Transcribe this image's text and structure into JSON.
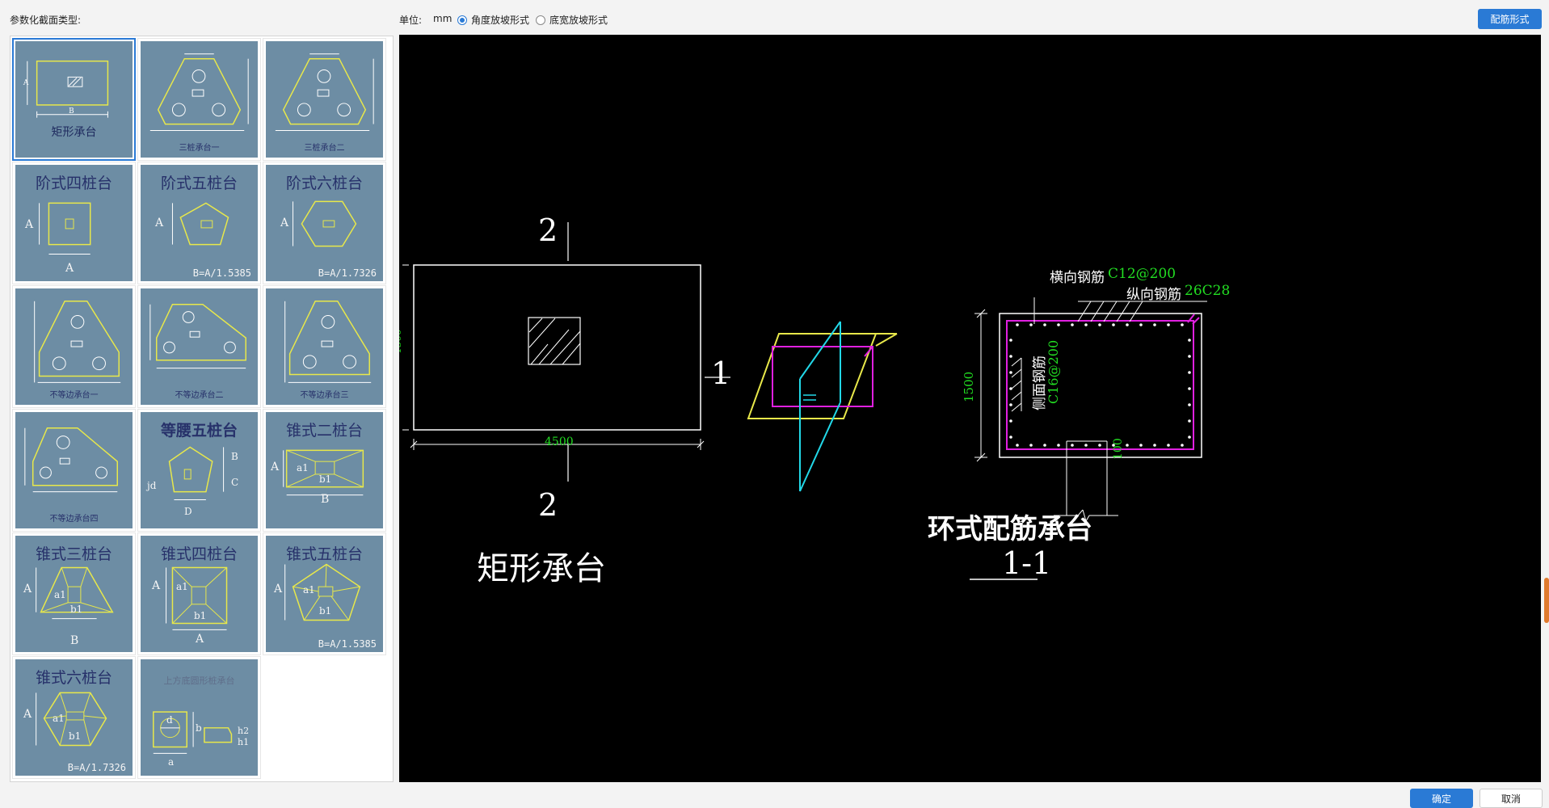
{
  "header": {
    "section_type_label": "参数化截面类型:",
    "unit_label": "单位:",
    "unit_value": "mm",
    "radio_angle": "角度放坡形式",
    "radio_width": "底宽放坡形式",
    "rebar_button": "配筋形式"
  },
  "footer": {
    "ok_label": "确定",
    "cancel_label": "取消"
  },
  "gallery": {
    "items": [
      {
        "id": "rect",
        "caption": "矩形承台"
      },
      {
        "id": "tri1",
        "caption": "三桩承台一"
      },
      {
        "id": "tri2",
        "caption": "三桩承台二"
      },
      {
        "id": "step4",
        "caption": "阶式四桩台",
        "dim_a": "A",
        "dim_b": "A"
      },
      {
        "id": "step5",
        "caption": "阶式五桩台",
        "dim_a": "A",
        "formula": "B=A/1.5385"
      },
      {
        "id": "step6",
        "caption": "阶式六桩台",
        "dim_a": "A",
        "formula": "B=A/1.7326"
      },
      {
        "id": "uneq1",
        "caption": "不等边承台一"
      },
      {
        "id": "uneq2",
        "caption": "不等边承台二"
      },
      {
        "id": "uneq3",
        "caption": "不等边承台三"
      },
      {
        "id": "uneq4",
        "caption": "不等边承台四"
      },
      {
        "id": "iso5",
        "caption": "等腰五桩台",
        "dim_b": "B",
        "dim_c": "C",
        "dim_d": "D",
        "dim_jd": "jd"
      },
      {
        "id": "cone2",
        "caption": "锥式二桩台",
        "dim_a": "A",
        "dim_a1": "a1",
        "dim_b1": "b1",
        "dim_b": "B"
      },
      {
        "id": "cone3",
        "caption": "锥式三桩台",
        "dim_a": "A",
        "dim_a1": "a1",
        "dim_b1": "b1",
        "dim_b": "B"
      },
      {
        "id": "cone4",
        "caption": "锥式四桩台",
        "dim_a": "A",
        "dim_a1": "a1",
        "dim_b1": "b1",
        "dim_b": "A"
      },
      {
        "id": "cone5",
        "caption": "锥式五桩台",
        "dim_a": "A",
        "dim_a1": "a1",
        "dim_b1": "b1",
        "formula": "B=A/1.5385"
      },
      {
        "id": "cone6",
        "caption": "锥式六桩台",
        "dim_a": "A",
        "dim_a1": "a1",
        "dim_b1": "b1",
        "formula": "B=A/1.7326"
      },
      {
        "id": "roundpile",
        "caption": "上方底圆形桩承台",
        "dim_d": "d",
        "dim_b": "b",
        "dim_a": "a",
        "dim_h2": "h2",
        "dim_h1": "h1"
      }
    ]
  },
  "preview": {
    "section_mark_top": "2",
    "section_mark_bottom": "2",
    "section_mark_side": "1",
    "width_dim": "4500",
    "left_title": "矩形承台",
    "ring_title": "环式配筋承台",
    "section_title": "1-1",
    "transverse_label": "横向钢筋",
    "transverse_value": "C12@200",
    "longitudinal_label": "纵向钢筋",
    "longitudinal_value": "26C28",
    "side_label": "侧面钢筋",
    "side_value": "C16@200",
    "height_dim": "1500",
    "embed_dim": "100"
  },
  "colors": {
    "accent": "#2a7ad5",
    "thumb_bg": "#6d8da4",
    "cad_yellow": "#e8e84a",
    "cad_green": "#22dd22",
    "cad_magenta": "#e020e0",
    "cad_cyan": "#22d8e8"
  }
}
